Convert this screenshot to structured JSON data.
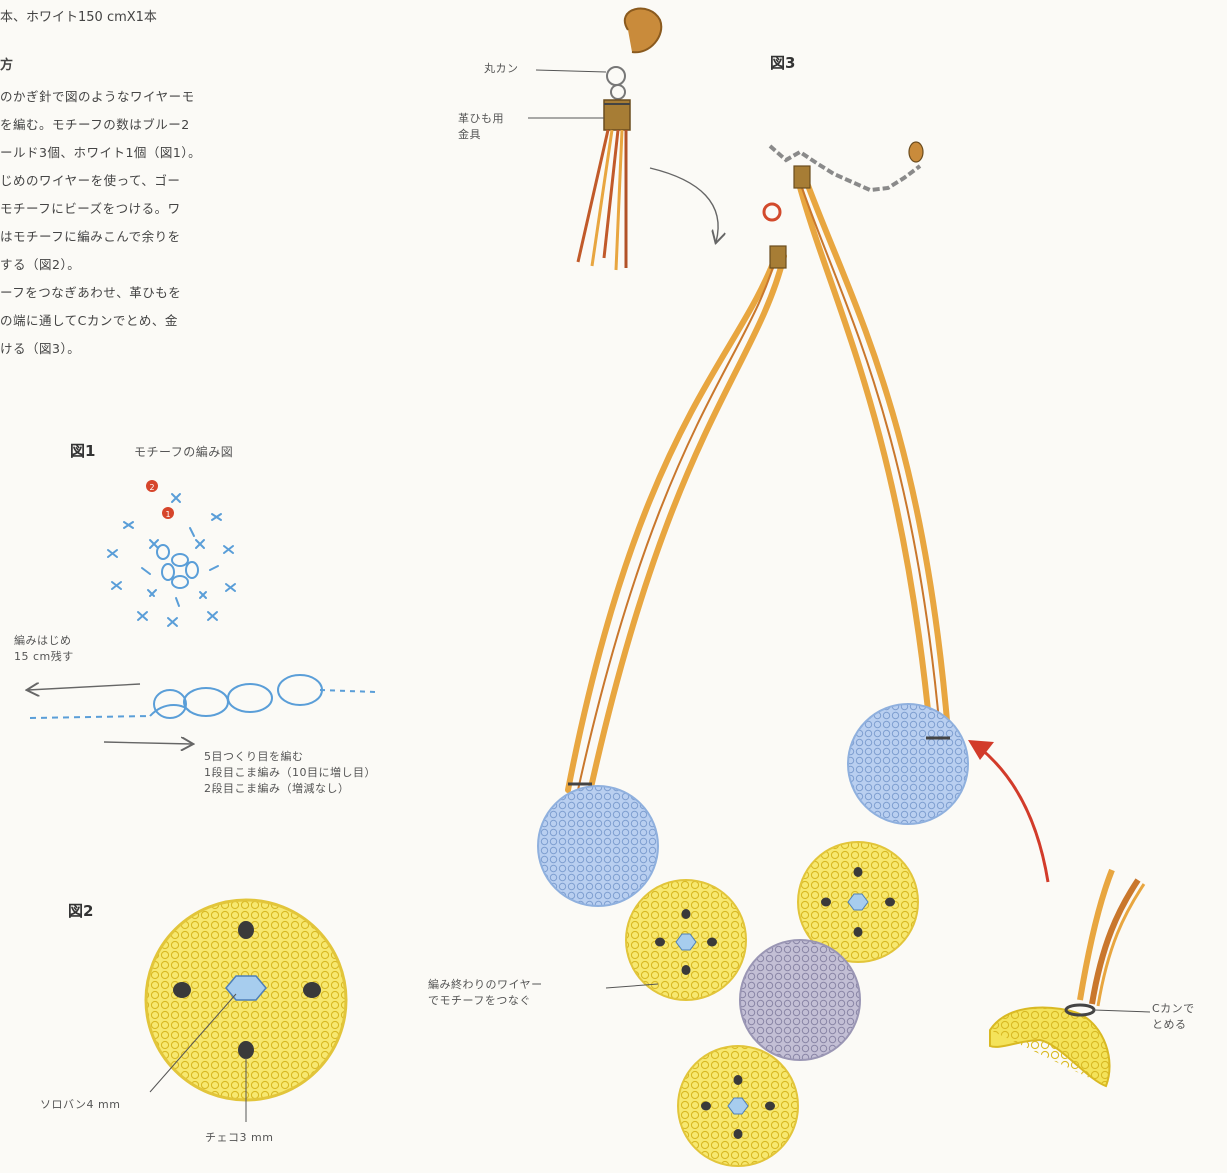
{
  "header": {
    "materials_text": "本、ホワイト150 cmX1本"
  },
  "instructions": {
    "title": "方",
    "lines": [
      "のかぎ針で図のようなワイヤーモ",
      "を編む。モチーフの数はブルー2",
      "ールド3個、ホワイト1個（図1）。",
      "じめのワイヤーを使って、ゴー",
      "モチーフにビーズをつける。ワ",
      "はモチーフに編みこんで余りを",
      "する（図2）。",
      "ーフをつなぎあわせ、革ひもを",
      "の端に通してCカンでとめ、金",
      "ける（図3）。"
    ]
  },
  "figure1": {
    "title": "図1",
    "subtitle": "モチーフの編み図",
    "start_note": [
      "編みはじめ",
      "15 cm残す"
    ],
    "steps": [
      "5目つくり目を編む",
      "1段目こま編み（10目に増し目）",
      "2段目こま編み（増減なし）"
    ],
    "badges": [
      "2",
      "1"
    ]
  },
  "figure2": {
    "title": "図2",
    "label_soroban": "ソロバン4 mm",
    "label_czech": "チェコ3 mm"
  },
  "figure3": {
    "title": "図3",
    "label_marukan": "丸カン",
    "label_leather_fitting": [
      "革ひも用",
      "金具"
    ],
    "label_join": [
      "編み終わりのワイヤー",
      "でモチーフをつなぐ"
    ],
    "label_ckan": [
      "Cカンで",
      "とめる"
    ]
  },
  "colors": {
    "blue_motif": "#a9c4e6",
    "gold_motif": "#f4e35a",
    "white_motif": "#b4b0c8",
    "cord": "#e8a640",
    "arrow_red": "#d23b2a",
    "crochet_blue": "#5a9ed8"
  }
}
